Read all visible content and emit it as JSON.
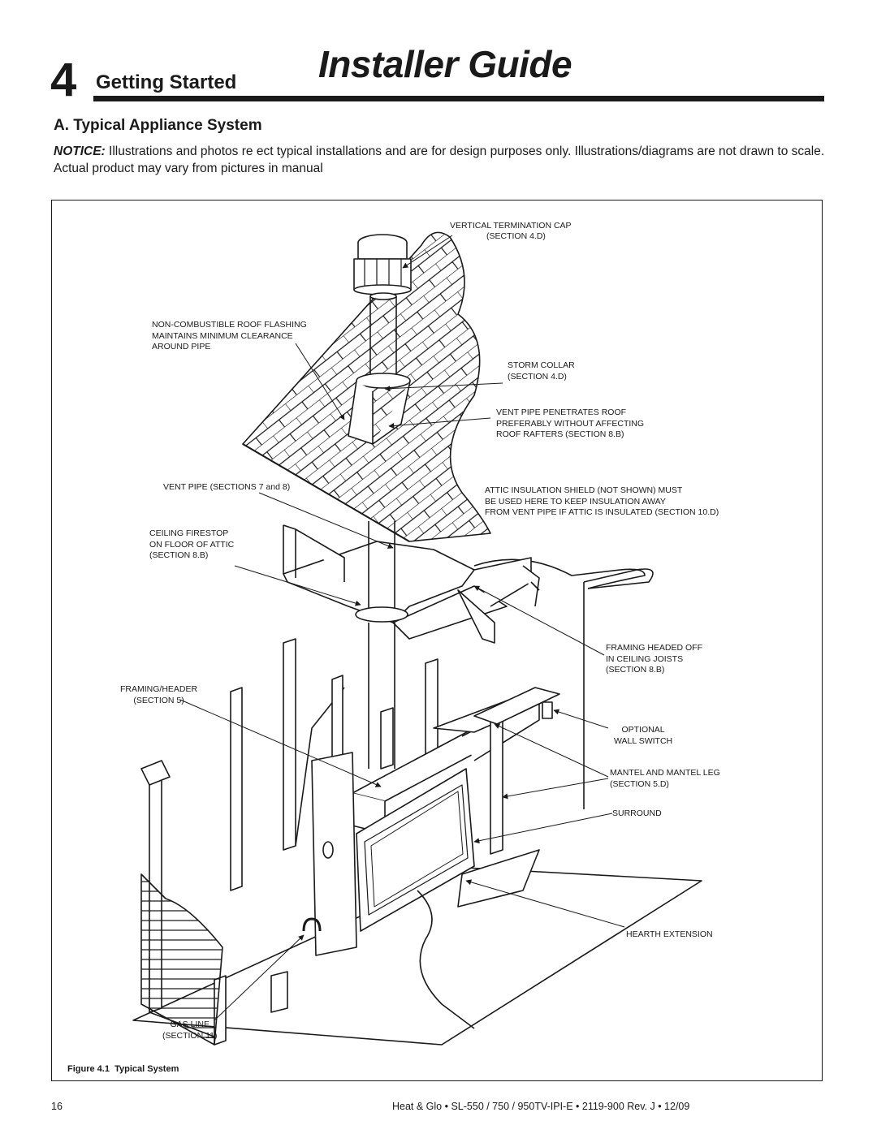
{
  "header": {
    "chapter_number": "4",
    "chapter_title": "Getting Started",
    "guide_title": "Installer Guide"
  },
  "section": {
    "heading": "A.  Typical Appliance System",
    "notice_label": "NOTICE:",
    "notice_text": " Illustrations and photos re  ect typical installations and are for design purposes only. Illustrations/diagrams are not drawn to scale. Actual product may vary from pictures in manual"
  },
  "figure": {
    "caption_label": "Figure 4.1",
    "caption_title": "Typical System",
    "labels": {
      "vertical_termination_cap": "VERTICAL TERMINATION CAP\n(SECTION 4.D)",
      "roof_flashing": "NON-COMBUSTIBLE ROOF FLASHING\nMAINTAINS MINIMUM CLEARANCE\nAROUND PIPE",
      "storm_collar": "STORM COLLAR\n(SECTION 4.D)",
      "vent_penetrates_roof": "VENT PIPE PENETRATES ROOF\nPREFERABLY WITHOUT AFFECTING\nROOF RAFTERS (SECTION 8.B)",
      "vent_pipe": "VENT PIPE (SECTIONS 7 and 8)",
      "attic_shield": "ATTIC INSULATION SHIELD (NOT SHOWN) MUST\nBE USED HERE TO KEEP INSULATION AWAY\nFROM VENT PIPE IF ATTIC IS INSULATED (SECTION 10.D)",
      "ceiling_firestop": "CEILING FIRESTOP\nON FLOOR OF ATTIC\n(SECTION 8.B)",
      "framing_headed_off": "FRAMING HEADED OFF\nIN CEILING JOISTS\n(SECTION 8.B)",
      "framing_header": "FRAMING/HEADER\n(SECTION 5)",
      "optional_wall_switch": "OPTIONAL\nWALL SWITCH",
      "mantel": "MANTEL AND MANTEL LEG\n(SECTION 5.D)",
      "surround": "SURROUND",
      "hearth_extension": "HEARTH EXTENSION",
      "gas_line": "GAS LINE\n(SECTION 11)"
    }
  },
  "footer": {
    "page_number": "16",
    "doc_info": "Heat & Glo  •  SL-550 / 750 / 950TV-IPI-E  •  2119-900 Rev. J  •  12/09"
  }
}
